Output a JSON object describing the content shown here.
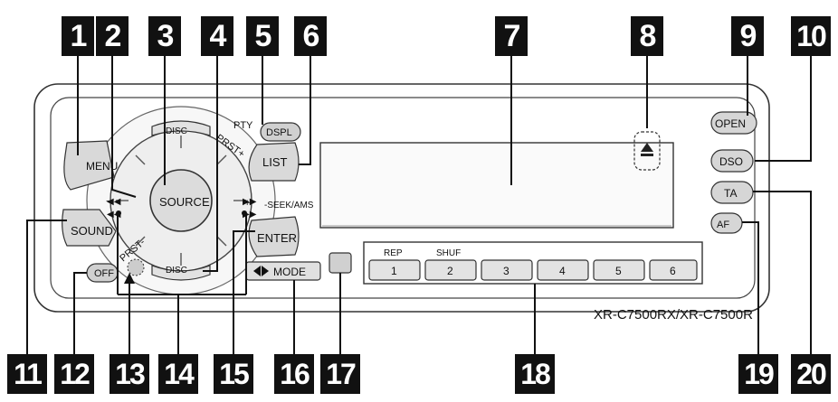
{
  "callouts": [
    "1",
    "2",
    "3",
    "4",
    "5",
    "6",
    "7",
    "8",
    "9",
    "10",
    "11",
    "12",
    "13",
    "14",
    "15",
    "16",
    "17",
    "18",
    "19",
    "20"
  ],
  "buttons": {
    "menu": "MENU",
    "source": "SOURCE",
    "sound": "SOUND",
    "off": "OFF",
    "disc_top": "DISC",
    "disc_bottom": "DISC",
    "prst_plus": "PRST+",
    "prst_minus": "PRST-",
    "pty": "PTY",
    "dspl": "DSPL",
    "list": "LIST",
    "seek": "-SEEK/AMS",
    "enter": "ENTER",
    "mode": "MODE",
    "open": "OPEN",
    "dso": "DSO",
    "ta": "TA",
    "af": "AF",
    "plus": "+",
    "minus": "−"
  },
  "preset_labels": {
    "rep": "REP",
    "shuf": "SHUF"
  },
  "presets": [
    "1",
    "2",
    "3",
    "4",
    "5",
    "6"
  ],
  "model": "XR-C7500RX/XR-C7500R"
}
